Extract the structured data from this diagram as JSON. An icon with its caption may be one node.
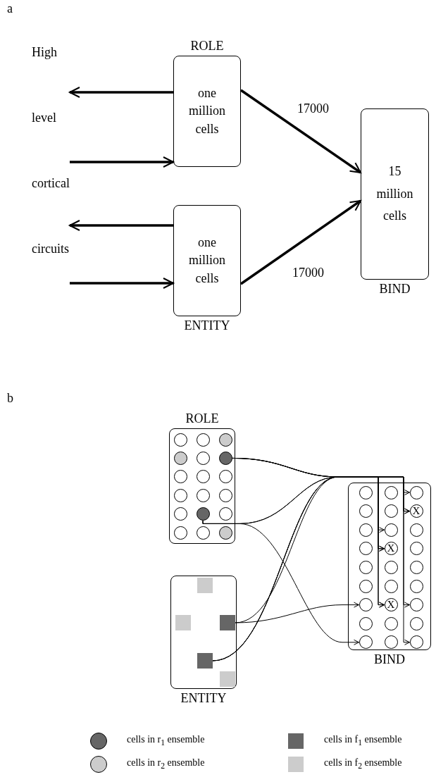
{
  "diagram": {
    "nodes": [
      {
        "text": [
          "High level cortical circuits"
        ]
      },
      {
        "text": [
          "ROLE",
          "one million cells"
        ]
      },
      {
        "text": [
          "15 million cells",
          "BIND"
        ]
      },
      {
        "text": [
          "one million cells",
          "ENTITY"
        ]
      },
      {
        "text": [
          "ROLE"
        ]
      },
      {
        "text": [],
        "shape": "circle",
        "in": 4
      },
      {
        "text": [],
        "shape": "circle",
        "in": 4
      },
      {
        "text": [],
        "shape": "circle",
        "in": 4
      },
      {
        "text": [],
        "shape": "circle",
        "in": 4
      },
      {
        "text": [],
        "shape": "circle",
        "in": 4
      },
      {
        "text": [],
        "shape": "circle",
        "in": 4
      },
      {
        "text": [],
        "shape": "circle",
        "in": 4
      },
      {
        "text": [],
        "shape": "circle",
        "in": 4
      },
      {
        "text": [],
        "shape": "circle",
        "in": 4
      },
      {
        "text": [],
        "shape": "circle",
        "in": 4
      },
      {
        "text": [],
        "shape": "circle",
        "in": 4
      },
      {
        "text": [],
        "shape": "circle",
        "in": 4
      },
      {
        "text": [],
        "shape": "circle",
        "in": 4
      },
      {
        "text": [],
        "shape": "circle",
        "in": 4
      },
      {
        "text": [],
        "shape": "circle",
        "in": 4
      },
      {
        "text": [],
        "shape": "circle",
        "in": 4
      },
      {
        "text": [],
        "shape": "circle",
        "in": 4
      },
      {
        "text": [],
        "shape": "circle",
        "in": 4
      },
      {
        "text": [
          "BIND"
        ]
      },
      {
        "text": [],
        "shape": "circle",
        "in": 23
      },
      {
        "text": [],
        "shape": "circle",
        "in": 23
      },
      {
        "text": [],
        "shape": "circle",
        "in": 23
      },
      {
        "text": [],
        "shape": "circle",
        "in": 23
      },
      {
        "text": [],
        "shape": "circle",
        "in": 23
      },
      {
        "text": [
          "X"
        ],
        "in": 23
      },
      {
        "text": [],
        "shape": "circle",
        "in": 23
      },
      {
        "text": [],
        "shape": "circle",
        "in": 23
      },
      {
        "text": [],
        "shape": "circle",
        "in": 23
      },
      {
        "text": [],
        "shape": "circle",
        "in": 23
      },
      {
        "text": [
          "X"
        ],
        "in": 23
      },
      {
        "text": [],
        "shape": "circle",
        "in": 23
      },
      {
        "text": [],
        "shape": "circle",
        "in": 23
      },
      {
        "text": [],
        "shape": "circle",
        "in": 23
      },
      {
        "text": [],
        "shape": "circle",
        "in": 23
      },
      {
        "text": [],
        "shape": "circle",
        "in": 23
      },
      {
        "text": [],
        "shape": "circle",
        "in": 23
      },
      {
        "text": [],
        "shape": "circle",
        "in": 23
      },
      {
        "text": [],
        "shape": "circle",
        "in": 23
      },
      {
        "text": [
          "X"
        ],
        "in": 23
      },
      {
        "text": [],
        "shape": "circle",
        "in": 23
      },
      {
        "text": [],
        "shape": "circle",
        "in": 23
      },
      {
        "text": [],
        "shape": "circle",
        "in": 23
      },
      {
        "text": [],
        "shape": "circle",
        "in": 23
      },
      {
        "text": [],
        "shape": "circle",
        "in": 23
      },
      {
        "text": [],
        "shape": "circle",
        "in": 23
      },
      {
        "text": [],
        "shape": "circle",
        "in": 23
      },
      {
        "text": [
          "ENTITY"
        ]
      },
      {
        "text": [],
        "shape": "box",
        "in": 51
      },
      {
        "text": [],
        "shape": "box",
        "in": 51
      },
      {
        "text": [],
        "shape": "box",
        "in": 51
      },
      {
        "text": [],
        "shape": "box",
        "in": 51
      },
      {
        "text": [],
        "shape": "box",
        "in": 51
      }
    ],
    "edges": [
      {
        "from": 1,
        "to": 2,
        "arrow": "to",
        "label": "17000",
        "style": "thick"
      },
      {
        "from": 3,
        "to": 2,
        "arrow": "to",
        "label": "17000",
        "style": "thick"
      },
      {
        "from": 1,
        "to": 0,
        "arrow": "to",
        "style": "thick"
      },
      {
        "from": 0,
        "to": 1,
        "arrow": "to",
        "style": "thick"
      },
      {
        "from": 3,
        "to": 0,
        "arrow": "to",
        "style": "thick"
      },
      {
        "from": 0,
        "to": 3,
        "arrow": "to",
        "style": "thick"
      },
      {
        "from": 10,
        "to": 26,
        "arrow": "to"
      },
      {
        "from": 10,
        "to": 29,
        "arrow": "to"
      },
      {
        "from": 10,
        "to": 34,
        "arrow": "to"
      },
      {
        "from": 10,
        "to": 44,
        "arrow": "to"
      },
      {
        "from": 18,
        "to": 31,
        "arrow": "to"
      },
      {
        "from": 18,
        "to": 43,
        "arrow": "to"
      },
      {
        "from": 18,
        "to": 48,
        "arrow": "to"
      },
      {
        "from": 54,
        "to": 34,
        "arrow": "to"
      },
      {
        "from": 54,
        "to": 42,
        "arrow": "to"
      },
      {
        "from": 55,
        "to": 43,
        "arrow": "to"
      },
      {
        "from": 55,
        "to": 29,
        "arrow": "to"
      },
      {
        "from": 55,
        "to": 50,
        "arrow": "to"
      }
    ],
    "labels": [
      "a",
      "b"
    ],
    "legend": [
      {
        "text": "cells in r$_{1}$ ensemble",
        "color": "#666666"
      },
      {
        "text": "cells in f$_{1}$ ensemble",
        "color": "#666666"
      },
      {
        "text": "cells in r$_{2}$ ensemble",
        "color": "#cccccc"
      },
      {
        "text": "cells in f$_{2}$ ensemble",
        "color": "#cccccc"
      }
    ]
  }
}
